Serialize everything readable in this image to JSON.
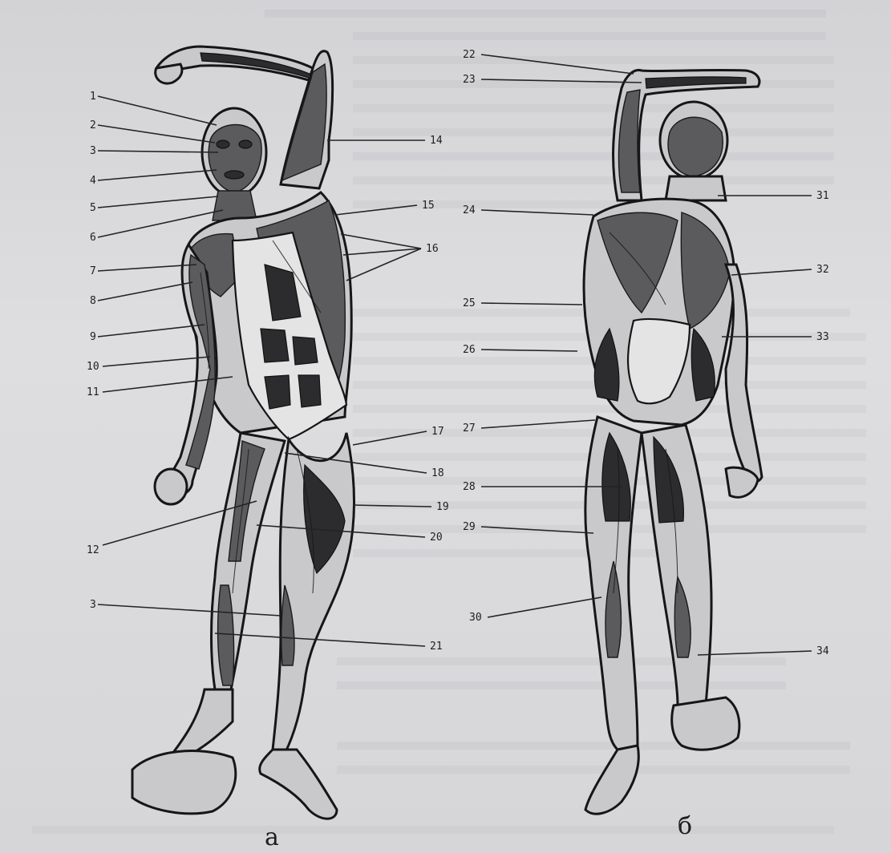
{
  "figure": {
    "panel_a": {
      "caption": "а",
      "labels": [
        {
          "id": "a1",
          "text": "1"
        },
        {
          "id": "a2",
          "text": "2"
        },
        {
          "id": "a3",
          "text": "3"
        },
        {
          "id": "a4",
          "text": "4"
        },
        {
          "id": "a5",
          "text": "5"
        },
        {
          "id": "a6",
          "text": "6"
        },
        {
          "id": "a7",
          "text": "7"
        },
        {
          "id": "a8",
          "text": "8"
        },
        {
          "id": "a9",
          "text": "9"
        },
        {
          "id": "a10",
          "text": "10"
        },
        {
          "id": "a11",
          "text": "11"
        },
        {
          "id": "a12",
          "text": "12"
        },
        {
          "id": "a3b",
          "text": "3"
        },
        {
          "id": "a14",
          "text": "14"
        },
        {
          "id": "a15",
          "text": "15"
        },
        {
          "id": "a16",
          "text": "16"
        },
        {
          "id": "a17",
          "text": "17"
        },
        {
          "id": "a18",
          "text": "18"
        },
        {
          "id": "a19",
          "text": "19"
        },
        {
          "id": "a20",
          "text": "20"
        },
        {
          "id": "a21",
          "text": "21"
        }
      ]
    },
    "panel_b": {
      "caption": "б",
      "labels": [
        {
          "id": "b22",
          "text": "22"
        },
        {
          "id": "b23",
          "text": "23"
        },
        {
          "id": "b24",
          "text": "24"
        },
        {
          "id": "b25",
          "text": "25"
        },
        {
          "id": "b26",
          "text": "26"
        },
        {
          "id": "b27",
          "text": "27"
        },
        {
          "id": "b28",
          "text": "28"
        },
        {
          "id": "b29",
          "text": "29"
        },
        {
          "id": "b30",
          "text": "30"
        },
        {
          "id": "b31",
          "text": "31"
        },
        {
          "id": "b32",
          "text": "32"
        },
        {
          "id": "b33",
          "text": "33"
        },
        {
          "id": "b34",
          "text": "34"
        }
      ]
    }
  },
  "colors": {
    "paper": "#d9d9db",
    "ink": "#1e1e1e",
    "muscle": "#5b5b5e"
  }
}
